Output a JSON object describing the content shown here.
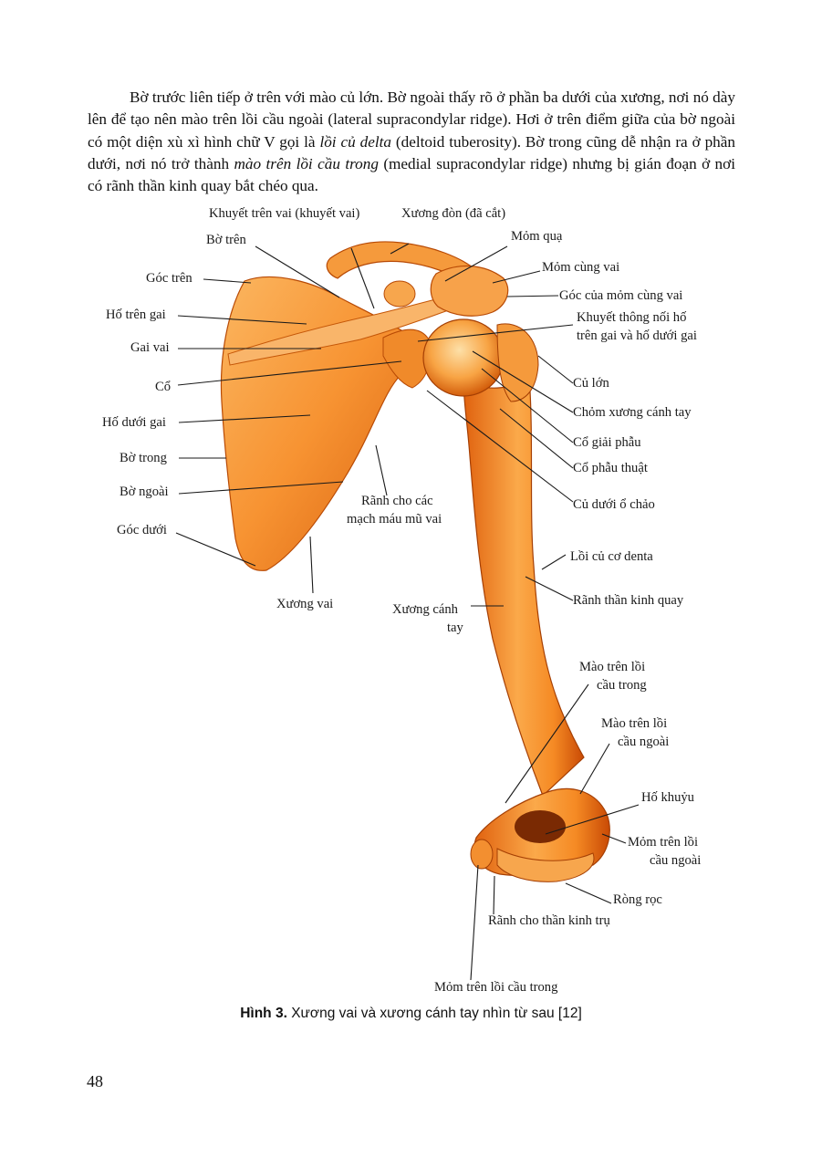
{
  "paragraph": {
    "s1": "Bờ trước liên tiếp ở trên với mào củ lớn. Bờ ngoài thấy rõ ở phần ba dưới của xương, nơi nó dày lên để tạo nên mào trên lồi cầu ngoài (lateral supracondylar ridge). Hơi ở trên điểm giữa của bờ ngoài có một diện xù xì hình chữ V gọi là ",
    "s1_italic": "lồi củ delta",
    "s2": " (deltoid tuberosity). Bờ trong cũng dễ nhận ra ở phần dưới, nơi nó trở thành ",
    "s2_italic": "mào trên lồi cầu trong",
    "s3": " (medial supracondylar ridge) nhưng bị gián đoạn ở nơi có rãnh thần kinh quay bắt chéo qua."
  },
  "labels": {
    "khuyet_tren_vai": "Khuyết trên vai (khuyết vai)",
    "xuong_don": "Xương đòn (đã cắt)",
    "bo_tren": "Bờ trên",
    "mom_qua": "Mỏm quạ",
    "goc_tren": "Góc trên",
    "mom_cung_vai": "Mỏm cùng vai",
    "goc_mom_cung_vai": "Góc của mỏm cùng vai",
    "ho_tren_gai": "Hố trên gai",
    "khuyet_thong_1": "Khuyết thông nối hố",
    "khuyet_thong_2": "trên gai và hố dưới gai",
    "gai_vai": "Gai vai",
    "co": "Cổ",
    "cu_lon": "Củ lớn",
    "chom": "Chỏm xương cánh tay",
    "ho_duoi_gai": "Hố dưới gai",
    "co_giai_phau": "Cổ giải phẫu",
    "bo_trong": "Bờ trong",
    "co_phau_thuat": "Cổ phẫu thuật",
    "bo_ngoai": "Bờ ngoài",
    "ranh_mach_1": "Rãnh cho các",
    "ranh_mach_2": "mạch máu mũ vai",
    "cu_duoi_o_chao": "Củ dưới ổ chảo",
    "goc_duoi": "Góc dưới",
    "loi_cu_denta": "Lồi củ cơ denta",
    "xuong_vai": "Xương vai",
    "ranh_tk_quay": "Rãnh thần kinh quay",
    "xuong_canh_tay_1": "Xương cánh",
    "xuong_canh_tay_2": "tay",
    "mao_trong_1": "Mào trên lồi",
    "mao_trong_2": "cầu trong",
    "mao_ngoai_1": "Mào trên lồi",
    "mao_ngoai_2": "cầu ngoài",
    "ho_khuyu": "Hố khuỷu",
    "mom_ngoai_1": "Mỏm trên lồi",
    "mom_ngoai_2": "cầu ngoài",
    "rong_roc": "Ròng rọc",
    "ranh_tk_tru": "Rãnh cho thần kinh trụ",
    "mom_trong": "Mỏm trên lồi cầu trong"
  },
  "caption": {
    "number": "Hình 3.",
    "text": " Xương vai và xương cánh tay nhìn từ sau [12]"
  },
  "page_number": "48"
}
